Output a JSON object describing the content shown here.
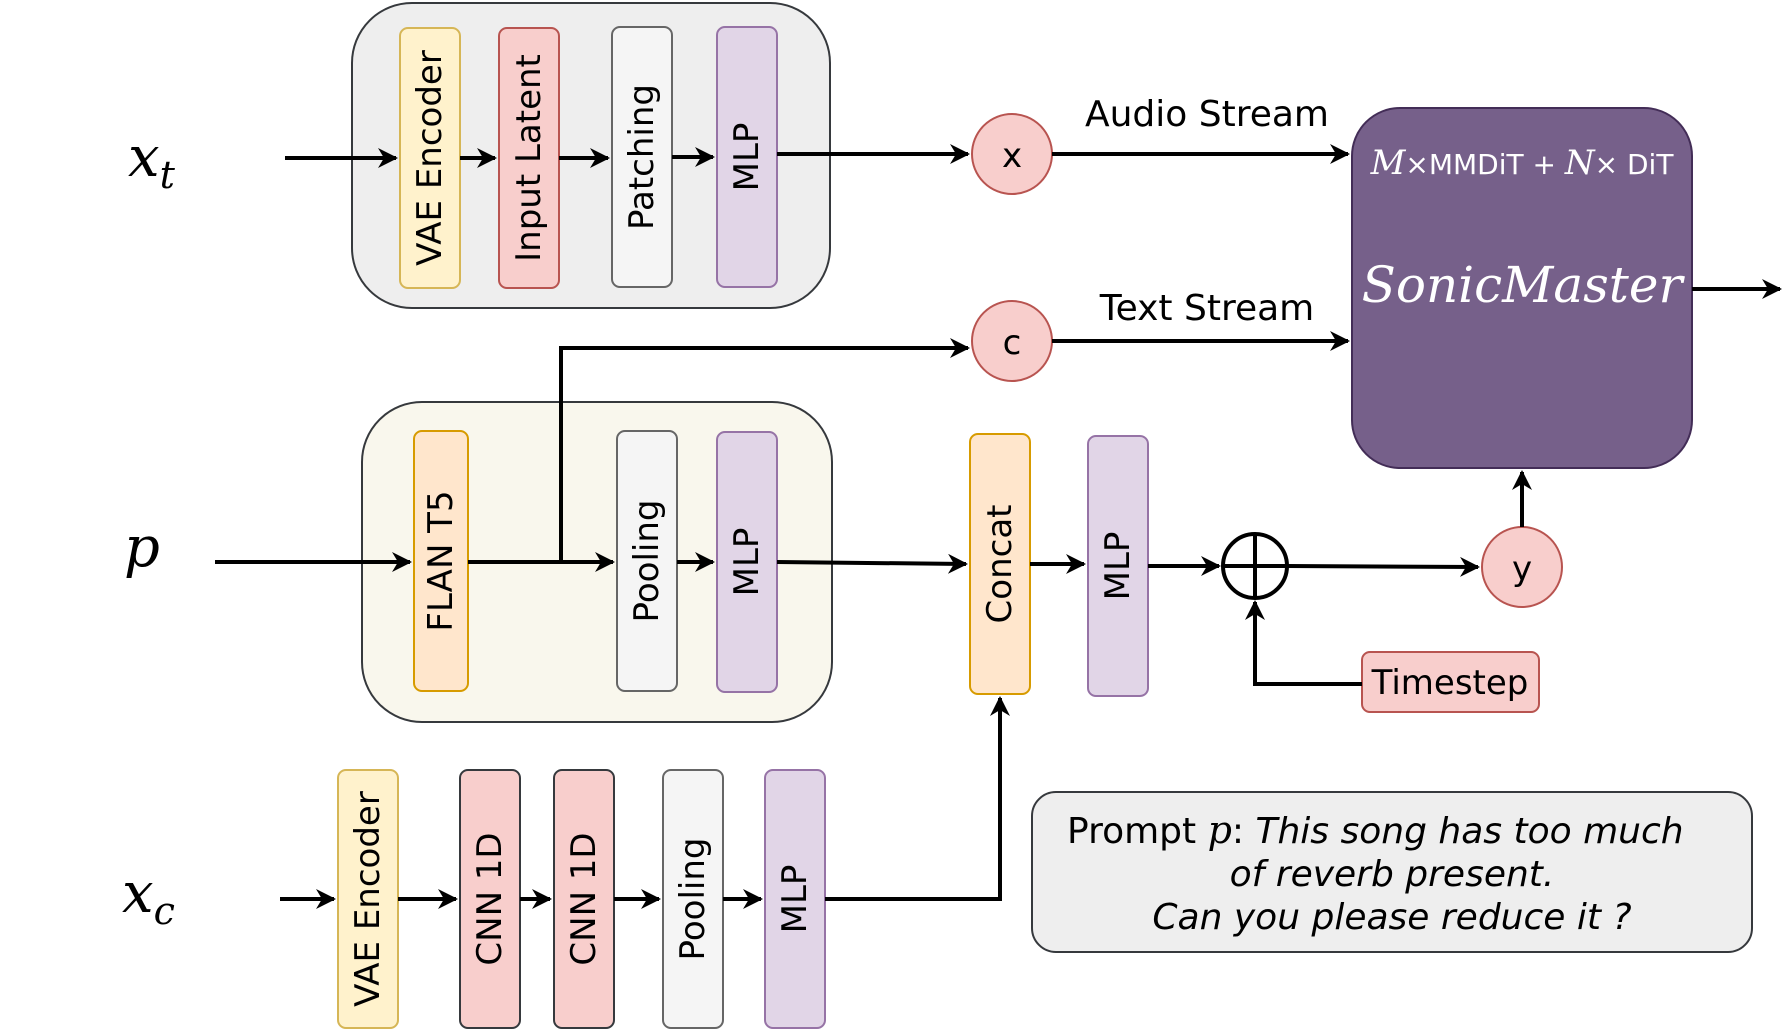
{
  "inputs": {
    "xt": {
      "base": "x",
      "sub": "t"
    },
    "p": {
      "base": "p"
    },
    "xc": {
      "base": "x",
      "sub": "c"
    }
  },
  "audio_branch": {
    "vae_encoder": "VAE Encoder",
    "input_latent": "Input Latent",
    "patching": "Patching",
    "mlp": "MLP"
  },
  "text_branch": {
    "flan_t5": "FLAN T5",
    "pooling": "Pooling",
    "mlp": "MLP"
  },
  "condition_branch": {
    "vae_encoder": "VAE Encoder",
    "cnn1": "CNN 1D",
    "cnn2": "CNN 1D",
    "pooling": "Pooling",
    "mlp": "MLP"
  },
  "fusion": {
    "concat": "Concat",
    "mlp": "MLP",
    "timestep": "Timestep"
  },
  "nodes": {
    "x": "x",
    "c": "c",
    "y": "y"
  },
  "streams": {
    "audio": "Audio Stream",
    "text": "Text Stream"
  },
  "model": {
    "m": "M",
    "times1": "×MMDiT + ",
    "n": "N",
    "times2": "× DiT",
    "name": "SonicMaster"
  },
  "prompt": {
    "prefix": "Prompt ",
    "var": "p",
    "colon": ": ",
    "line1": "This song has too much",
    "line2": "of reverb present.",
    "line3": "Can you please reduce it ?"
  },
  "colors": {
    "yellow_fill": "#fff2cc",
    "yellow_stroke": "#d6b656",
    "red_fill": "#f8cecc",
    "red_stroke": "#b85450",
    "gray_fill": "#f5f5f5",
    "gray_stroke": "#666666",
    "purple_fill": "#e1d5e7",
    "purple_stroke": "#9673a6",
    "orange_fill": "#ffe6cc",
    "orange_stroke": "#d79b00",
    "model_fill": "#76608a",
    "model_stroke": "#432d57",
    "group1_fill": "#eeeeee",
    "group2_fill": "#f9f7ed"
  }
}
